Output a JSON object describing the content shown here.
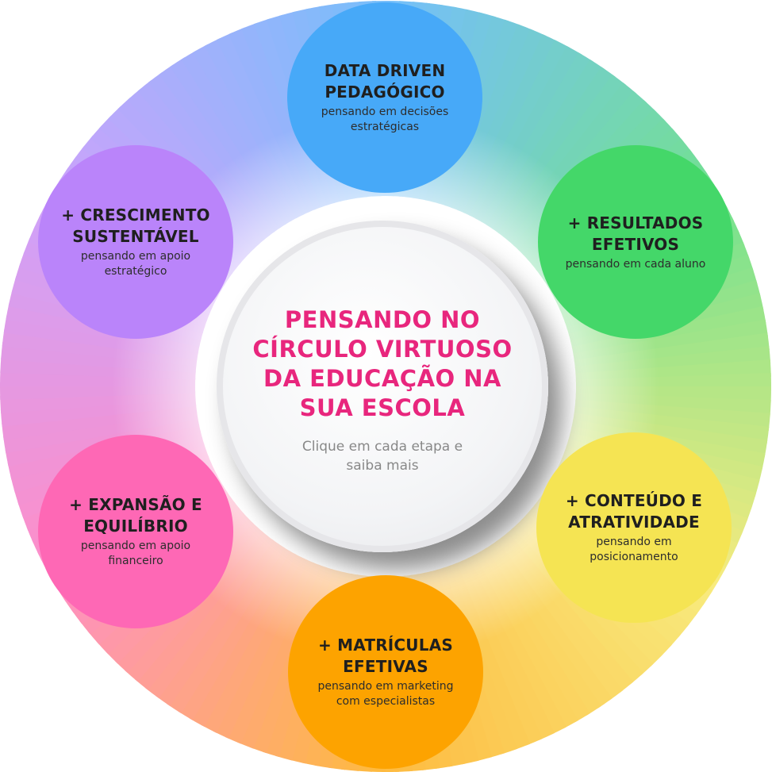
{
  "center": {
    "title": "PENSANDO NO CÍRCULO VIRTUOSO DA EDUCAÇÃO NA SUA ESCOLA",
    "subtitle": "Clique em cada etapa e saiba mais",
    "title_color": "#e8267d"
  },
  "nodes": [
    {
      "title": "DATA DRIVEN PEDAGÓGICO",
      "subtitle": "pensando em decisões estratégicas",
      "color": "#47a9f8"
    },
    {
      "title": "+ RESULTADOS EFETIVOS",
      "subtitle": "pensando em cada aluno",
      "color": "#44d769"
    },
    {
      "title": "+ CONTEÚDO E ATRATIVIDADE",
      "subtitle": "pensando em posicionamento",
      "color": "#f5e453"
    },
    {
      "title": "+ MATRÍCULAS EFETIVAS",
      "subtitle": "pensando em marketing com especialistas",
      "color": "#fda300"
    },
    {
      "title": "+ EXPANSÃO E EQUILÍBRIO",
      "subtitle": "pensando em apoio financeiro",
      "color": "#fe68b5"
    },
    {
      "title": "+ CRESCIMENTO SUSTENTÁVEL",
      "subtitle": "pensando em apoio estratégico",
      "color": "#ba84fa"
    }
  ],
  "ring_colors": [
    "#47a9f8",
    "#44d769",
    "#f5e453",
    "#fda300",
    "#fe68b5",
    "#ba84fa"
  ]
}
